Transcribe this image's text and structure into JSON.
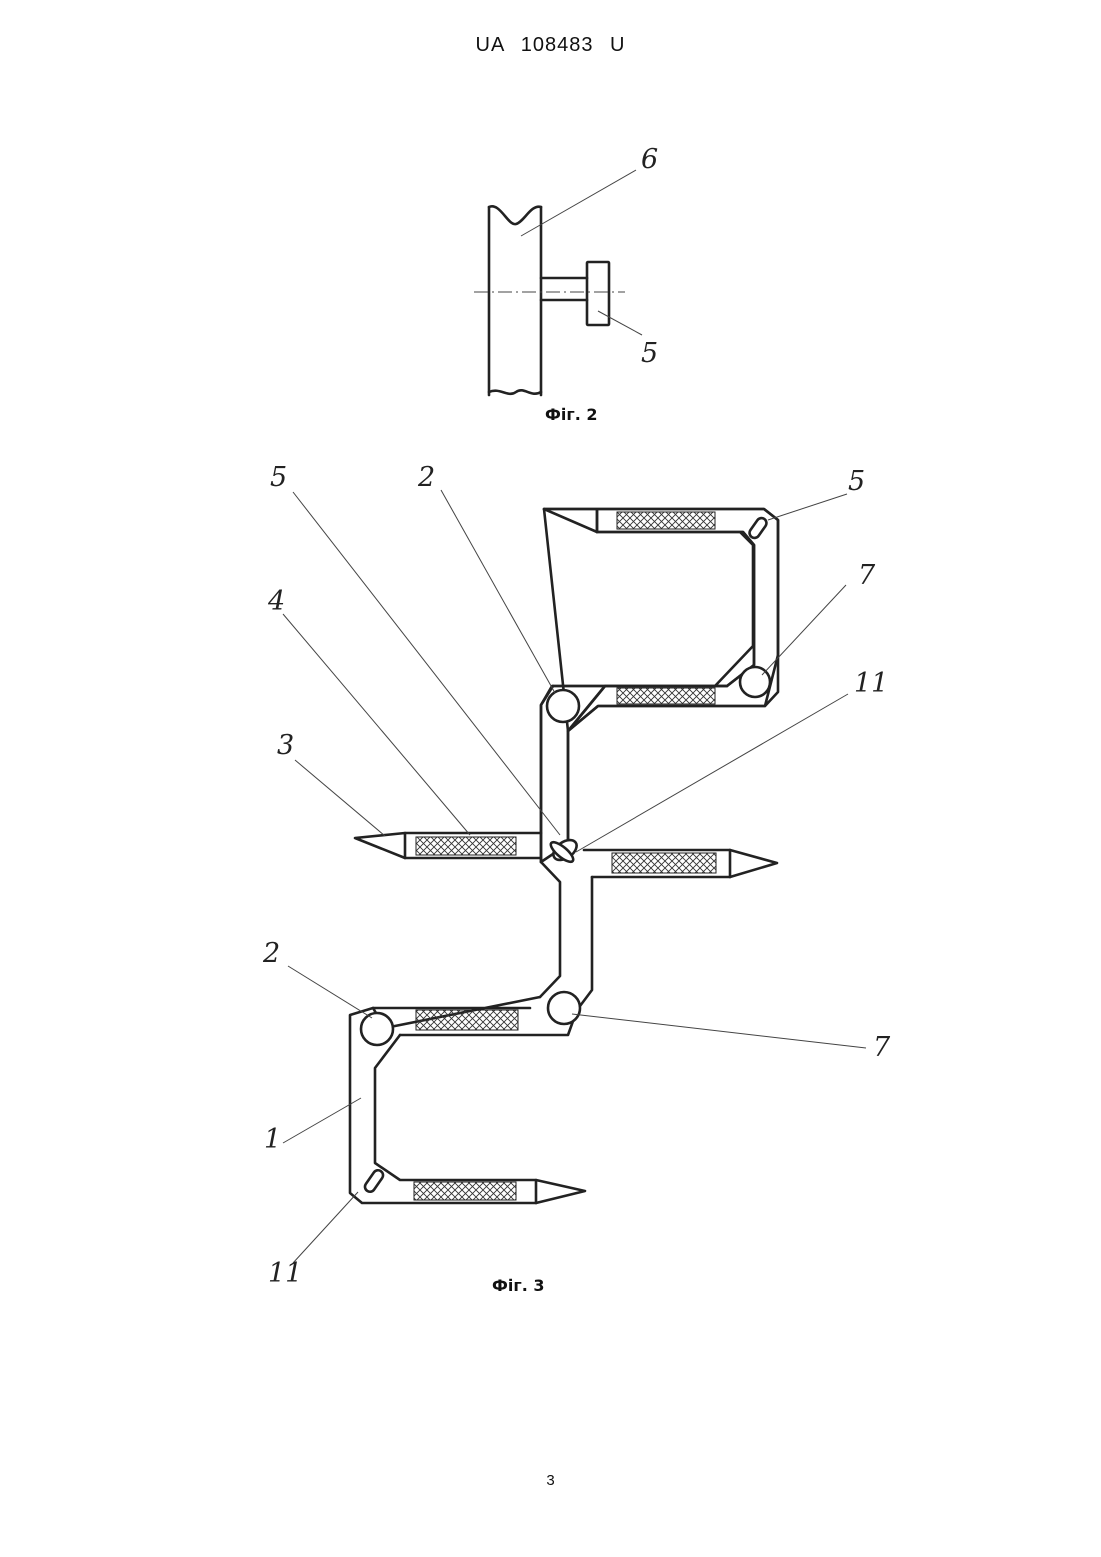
{
  "header": "UA 108483 U",
  "page_number": "3",
  "figures": [
    {
      "caption": "Фіг. 2",
      "labels": [
        "6",
        "5"
      ]
    },
    {
      "caption": "Фіг. 3",
      "labels": [
        "5",
        "2",
        "5",
        "4",
        "7",
        "11",
        "3",
        "2",
        "7",
        "1",
        "11"
      ]
    }
  ]
}
